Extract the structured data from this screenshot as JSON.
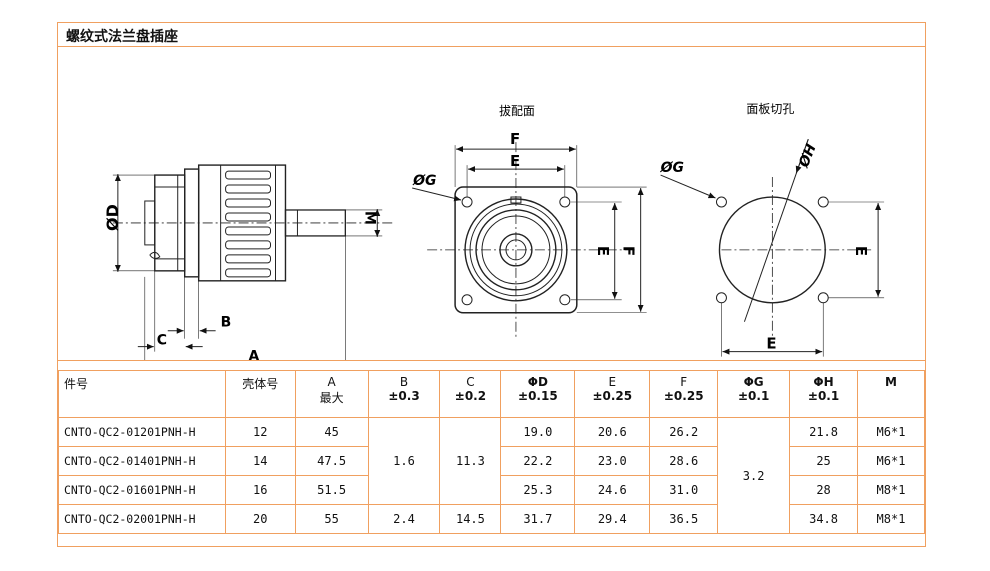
{
  "title": "螺纹式法兰盘插座",
  "drawing": {
    "side_view": {
      "dim_d": "ØD",
      "dim_m": "M",
      "dim_a": "A",
      "dim_b": "B",
      "dim_c": "C"
    },
    "front_view": {
      "caption": "拔配面",
      "dim_f": "F",
      "dim_e": "E",
      "dim_g": "ØG",
      "dim_e_v": "E",
      "dim_f_v": "F"
    },
    "panel_cutout": {
      "caption": "面板切孔",
      "dim_g": "ØG",
      "dim_h": "ØH",
      "dim_e": "E",
      "dim_e_v": "E"
    }
  },
  "table": {
    "headers": [
      {
        "top": "件号",
        "bottom": ""
      },
      {
        "top": "壳体号",
        "bottom": ""
      },
      {
        "top": "A",
        "bottom": "最大"
      },
      {
        "top": "B",
        "bottom": "±0.3"
      },
      {
        "top": "C",
        "bottom": "±0.2"
      },
      {
        "top": "ΦD",
        "bottom": "±0.15"
      },
      {
        "top": "E",
        "bottom": "±0.25"
      },
      {
        "top": "F",
        "bottom": "±0.25"
      },
      {
        "top": "ΦG",
        "bottom": "±0.1"
      },
      {
        "top": "ΦH",
        "bottom": "±0.1"
      },
      {
        "top": "M",
        "bottom": ""
      }
    ],
    "rows": [
      {
        "part": "CNTO-QC2-01201PNH-H",
        "shell": "12",
        "a": "45",
        "d": "19.0",
        "e": "20.6",
        "f": "26.2",
        "h": "21.8",
        "m": "M6*1"
      },
      {
        "part": "CNTO-QC2-01401PNH-H",
        "shell": "14",
        "a": "47.5",
        "d": "22.2",
        "e": "23.0",
        "f": "28.6",
        "h": "25",
        "m": "M6*1"
      },
      {
        "part": "CNTO-QC2-01601PNH-H",
        "shell": "16",
        "a": "51.5",
        "d": "25.3",
        "e": "24.6",
        "f": "31.0",
        "h": "28",
        "m": "M8*1"
      },
      {
        "part": "CNTO-QC2-02001PNH-H",
        "shell": "20",
        "a": "55",
        "d": "31.7",
        "e": "29.4",
        "f": "36.5",
        "h": "34.8",
        "m": "M8*1"
      }
    ],
    "merged": {
      "b_rows_1_3": "1.6",
      "c_rows_1_3": "11.3",
      "b_row_4": "2.4",
      "c_row_4": "14.5",
      "g_all": "3.2"
    }
  }
}
